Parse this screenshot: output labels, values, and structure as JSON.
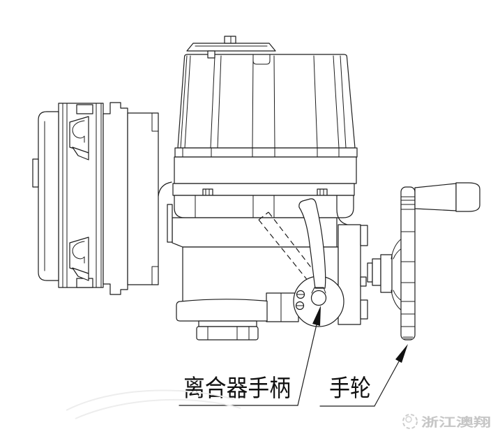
{
  "figure": {
    "kind": "technical-line-drawing",
    "labels": {
      "clutch_handle": "离合器手柄",
      "handwheel": "手轮"
    },
    "watermark": {
      "brand": "浙江澳翔"
    },
    "colors": {
      "line": "#1c1c1c",
      "background": "#ffffff",
      "watermark_text": "#c6c6c6",
      "handwheel_base_shade": "#a0a0a0"
    }
  }
}
